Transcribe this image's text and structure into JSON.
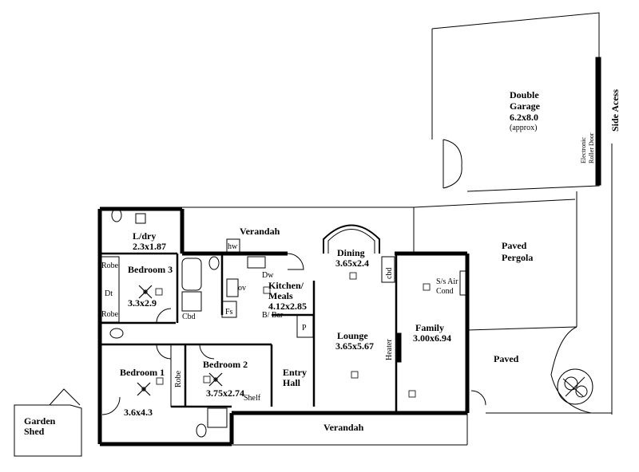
{
  "plan": {
    "garage": {
      "title": "Double",
      "title2": "Garage",
      "size": "6.2x8.0",
      "note": "(approx)"
    },
    "side_access": "Side Acess",
    "roller_door": {
      "line1": "Electronic",
      "line2": "Roller Door"
    },
    "paved_pergola": {
      "line1": "Paved",
      "line2": "Pergola"
    },
    "paved": "Paved",
    "verandah_top": "Verandah",
    "verandah_bottom": "Verandah",
    "laundry": {
      "name": "L/dry",
      "size": "2.3x1.87"
    },
    "bedroom3": {
      "name": "Bedroom 3",
      "size": "3.3x2.9"
    },
    "bedroom1": {
      "name": "Bedroom 1",
      "size": "3.6x4.3"
    },
    "bedroom2": {
      "name": "Bedroom 2",
      "size": "3.75x2.74"
    },
    "kitchen": {
      "line1": "Kitchen/",
      "line2": "Meals",
      "size": "4.12x2.85"
    },
    "dining": {
      "name": "Dining",
      "size": "3.65x2.4"
    },
    "lounge": {
      "name": "Lounge",
      "size": "3.65x5.67"
    },
    "family": {
      "name": "Family",
      "size": "3.00x6.94"
    },
    "entry": {
      "line1": "Entry",
      "line2": "Hall"
    },
    "garden_shed": {
      "line1": "Garden",
      "line2": "Shed"
    },
    "fixtures": {
      "robe_top": "Robe",
      "dt": "Dt",
      "robe_bottom": "Robe",
      "cbd": "Cbd",
      "fs": "Fs",
      "dw": "Dw",
      "ov": "ov",
      "hw": "hw",
      "bbar": "B/ Bar",
      "p": "P",
      "cbd_dining": "cbd",
      "heater": "Heater",
      "air_cond_1": "S/s Air",
      "air_cond_2": "Cond",
      "robe_bed2": "Robe",
      "shelf": "Shelf"
    }
  }
}
